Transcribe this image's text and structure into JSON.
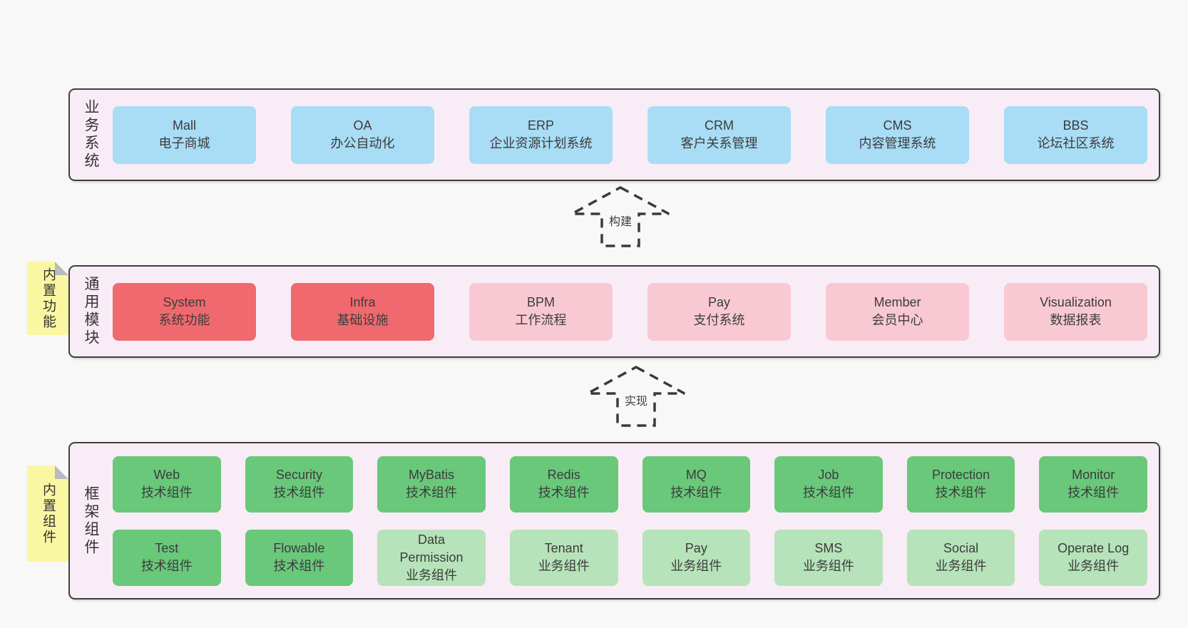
{
  "colors": {
    "page_bg": "#f8f8f8",
    "layer_bg": "#f8edf6",
    "layer_border": "#3f3f3f",
    "business_system_box": "#a9dcf5",
    "core_module_box": "#f0696e",
    "optional_module_box": "#f9c9d3",
    "tech_component_box": "#69c87a",
    "biz_component_box": "#b6e3b9",
    "sticky_note": "#f9f7a2"
  },
  "arrows": [
    {
      "label": "构建"
    },
    {
      "label": "实现"
    }
  ],
  "stickies": [
    {
      "label": "内置功能"
    },
    {
      "label": "内置组件"
    }
  ],
  "layers": [
    {
      "label": "业务系统",
      "rows": [
        {
          "items": [
            {
              "name": "Mall",
              "desc": "电子商城"
            },
            {
              "name": "OA",
              "desc": "办公自动化"
            },
            {
              "name": "ERP",
              "desc": "企业资源计划系统"
            },
            {
              "name": "CRM",
              "desc": "客户关系管理"
            },
            {
              "name": "CMS",
              "desc": "内容管理系统"
            },
            {
              "name": "BBS",
              "desc": "论坛社区系统"
            }
          ]
        }
      ]
    },
    {
      "label": "通用模块",
      "rows": [
        {
          "items": [
            {
              "name": "System",
              "desc": "系统功能"
            },
            {
              "name": "Infra",
              "desc": "基础设施"
            },
            {
              "name": "BPM",
              "desc": "工作流程"
            },
            {
              "name": "Pay",
              "desc": "支付系统"
            },
            {
              "name": "Member",
              "desc": "会员中心"
            },
            {
              "name": "Visualization",
              "desc": "数据报表"
            }
          ]
        }
      ]
    },
    {
      "label": "框架组件",
      "rows": [
        {
          "items": [
            {
              "name": "Web",
              "desc": "技术组件"
            },
            {
              "name": "Security",
              "desc": "技术组件"
            },
            {
              "name": "MyBatis",
              "desc": "技术组件"
            },
            {
              "name": "Redis",
              "desc": "技术组件"
            },
            {
              "name": "MQ",
              "desc": "技术组件"
            },
            {
              "name": "Job",
              "desc": "技术组件"
            },
            {
              "name": "Protection",
              "desc": "技术组件"
            },
            {
              "name": "Monitor",
              "desc": "技术组件"
            }
          ]
        },
        {
          "items": [
            {
              "name": "Test",
              "desc": "技术组件"
            },
            {
              "name": "Flowable",
              "desc": "技术组件"
            },
            {
              "name": "Data Permission",
              "desc": "业务组件"
            },
            {
              "name": "Tenant",
              "desc": "业务组件"
            },
            {
              "name": "Pay",
              "desc": "业务组件"
            },
            {
              "name": "SMS",
              "desc": "业务组件"
            },
            {
              "name": "Social",
              "desc": "业务组件"
            },
            {
              "name": "Operate Log",
              "desc": "业务组件"
            }
          ]
        }
      ]
    }
  ]
}
